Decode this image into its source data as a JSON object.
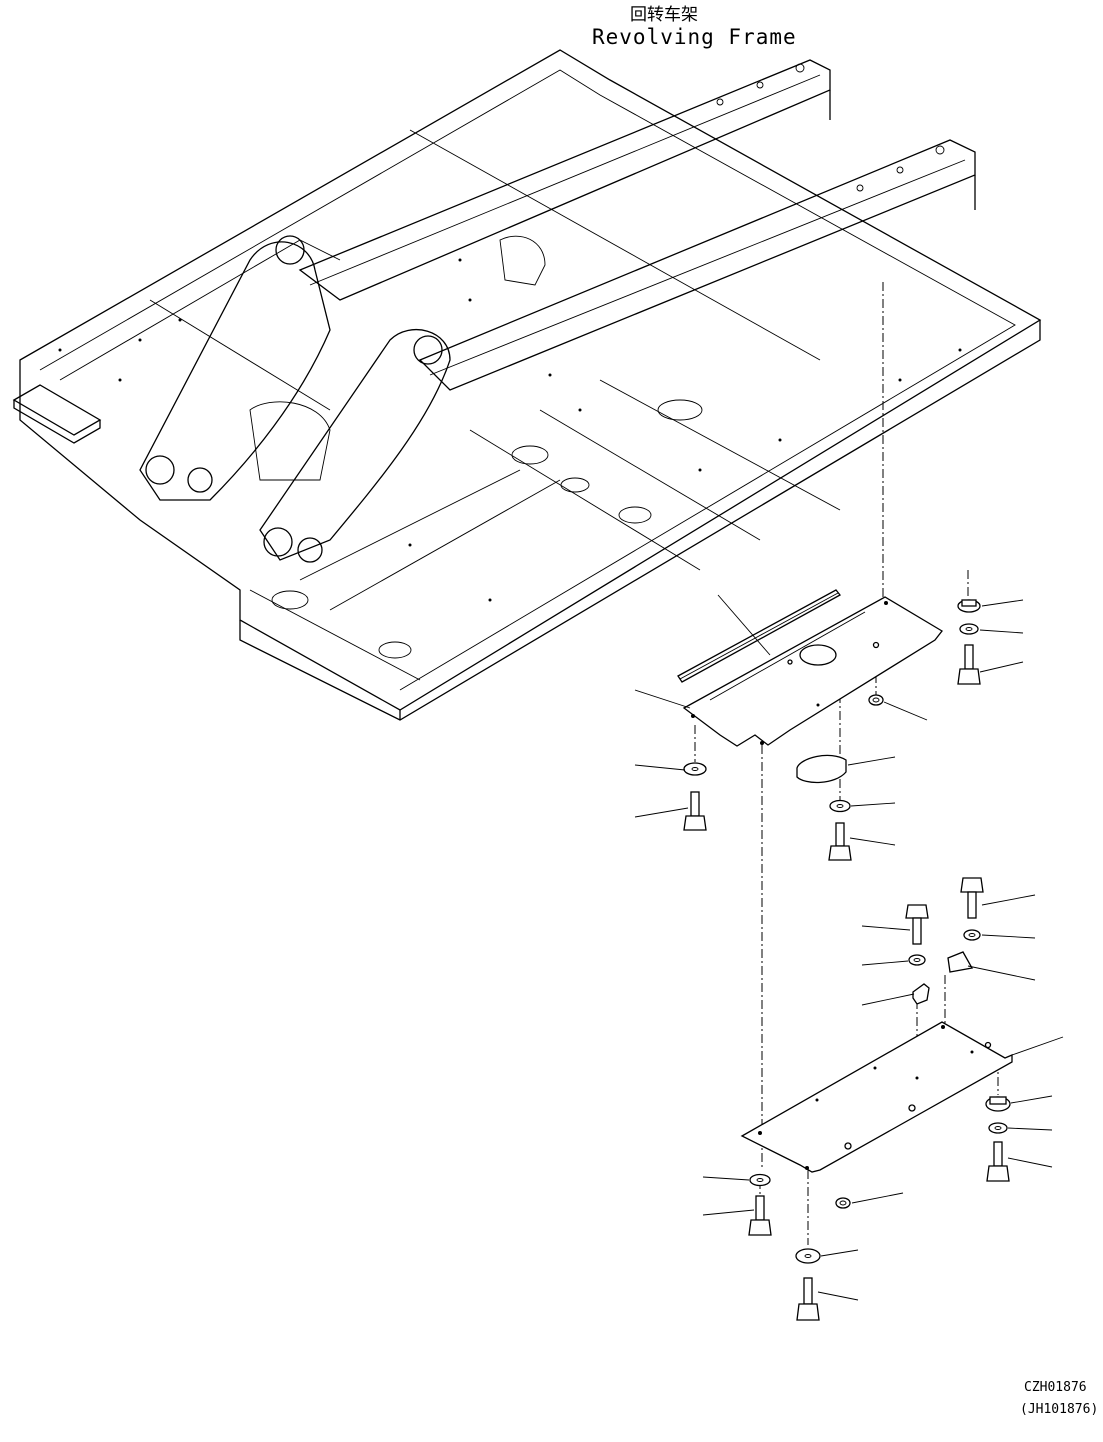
{
  "title": {
    "chinese": "回转车架",
    "english": "Revolving Frame"
  },
  "drawing_code": {
    "primary": "CZH01876",
    "secondary": "(JH101876)"
  }
}
